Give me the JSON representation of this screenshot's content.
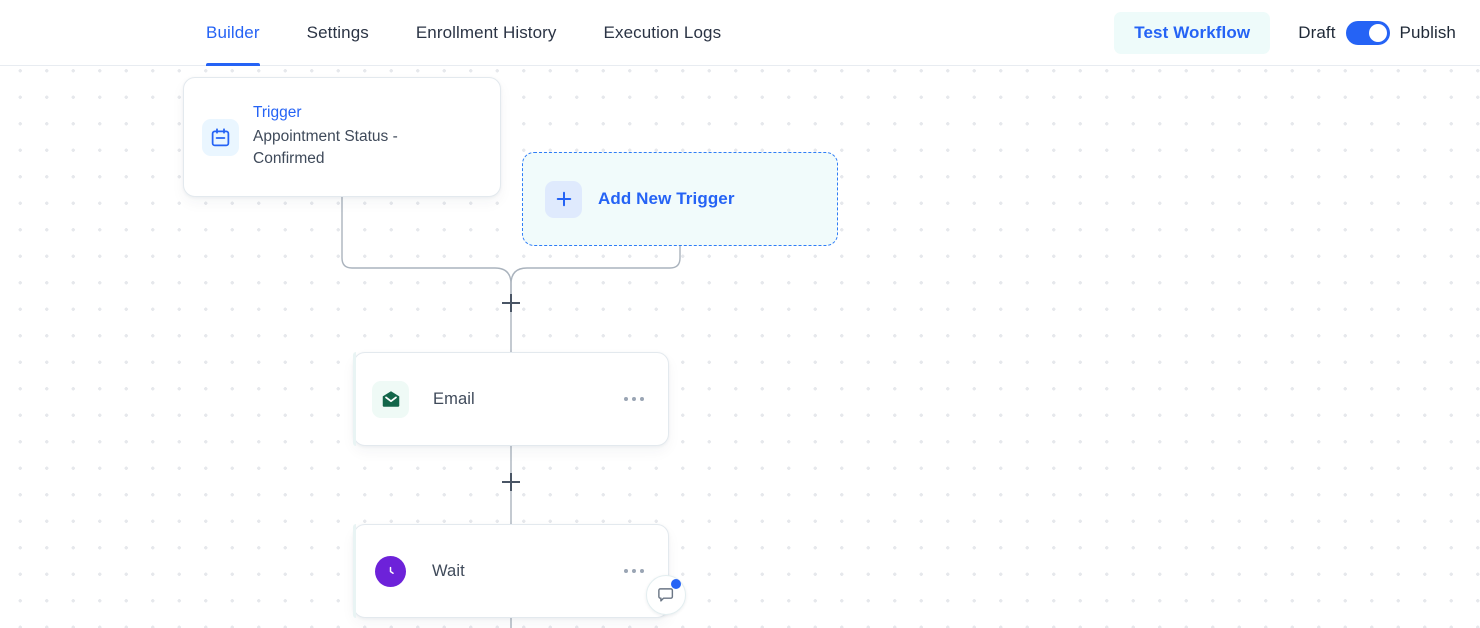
{
  "header": {
    "tabs": [
      {
        "label": "Builder",
        "active": true
      },
      {
        "label": "Settings",
        "active": false
      },
      {
        "label": "Enrollment History",
        "active": false
      },
      {
        "label": "Execution Logs",
        "active": false
      }
    ],
    "test_workflow_label": "Test Workflow",
    "draft_label": "Draft",
    "publish_label": "Publish",
    "toggle_state": "on",
    "accent_color": "#2563f5"
  },
  "canvas": {
    "trigger_node": {
      "kicker": "Trigger",
      "description": "Appointment Status - Confirmed",
      "icon": "calendar-icon",
      "icon_color": "#2563f5",
      "icon_bg": "#eaf6ff"
    },
    "add_trigger_node": {
      "label": "Add New Trigger",
      "icon": "plus-icon",
      "border_color": "#2f7df6",
      "bg_color": "#f1fbfb"
    },
    "action_nodes": [
      {
        "label": "Email",
        "icon": "envelope-icon",
        "icon_color": "#13664a",
        "icon_bg": "#effaf6",
        "menu": "ellipsis-icon"
      },
      {
        "label": "Wait",
        "icon": "clock-icon",
        "icon_color": "#ffffff",
        "icon_bg": "#6d22d9",
        "menu": "ellipsis-icon",
        "badge": "comment-icon",
        "badge_dot_color": "#2563f5"
      }
    ],
    "edge_add_buttons": [
      {
        "name": "add-step-after-trigger"
      },
      {
        "name": "add-step-after-email"
      }
    ],
    "grid": {
      "dot_color": "#e6e8ec",
      "spacing": 26.5
    }
  }
}
